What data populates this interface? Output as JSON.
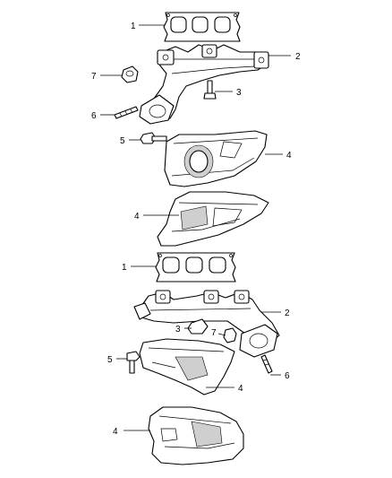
{
  "callouts": {
    "top": {
      "c1": "1",
      "c2": "2",
      "c3": "3",
      "c4a": "4",
      "c4b": "4",
      "c5": "5",
      "c6": "6",
      "c7": "7"
    },
    "bottom": {
      "c1": "1",
      "c2": "2",
      "c3": "3",
      "c4a": "4",
      "c4b": "4",
      "c5": "5",
      "c6": "6",
      "c7": "7"
    }
  }
}
